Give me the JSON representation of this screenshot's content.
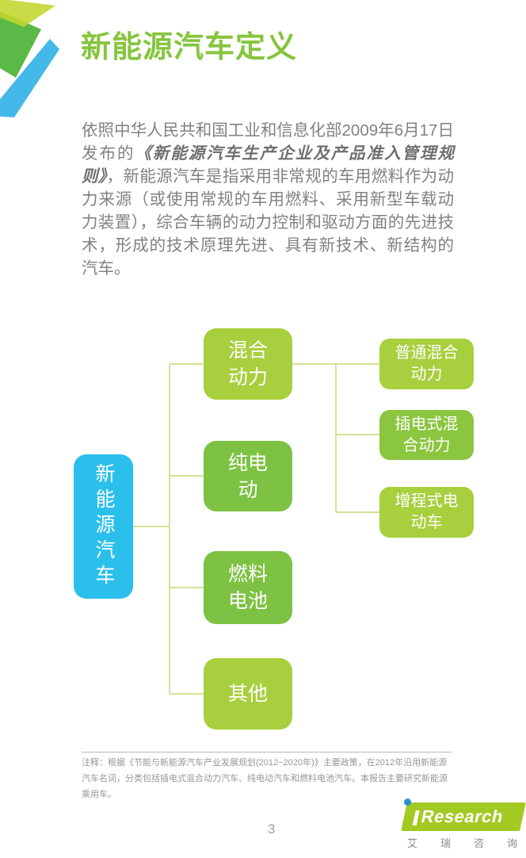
{
  "page": {
    "title": "新能源汽车定义",
    "page_number": "3"
  },
  "paragraph": {
    "part1": "依照中华人民共和国工业和信息化部2009年6月17日发布的",
    "book_title": "《新能源汽车生产企业及产品准入管理规则》",
    "part2": "，新能源汽车是指采用非常规的车用燃料作为动力来源（或使用常规的车用燃料、采用新型车载动力装置），综合车辆的动力控制和驱动方面的先进技术，形成的技术原理先进、具有新技术、新结构的汽车。"
  },
  "diagram": {
    "root": {
      "label": "新能源汽车",
      "color": "#2bbfec"
    },
    "level1": [
      {
        "label": "混合动力",
        "color": "#a8cf3d"
      },
      {
        "label": "纯电动",
        "color": "#7dc242"
      },
      {
        "label": "燃料电池",
        "color": "#7dc242"
      },
      {
        "label": "其他",
        "color": "#a8cf3d"
      }
    ],
    "level2": [
      {
        "label": "普通混合动力",
        "color": "#a8cf3d"
      },
      {
        "label": "插电式混合动力",
        "color": "#8bc63f"
      },
      {
        "label": "增程式电动车",
        "color": "#a8cf3d"
      }
    ],
    "connector_color": "#c3d970"
  },
  "footer": {
    "note": "注释：根据《节能与新能源汽车产业发展规划(2012~2020年)》主要政策，在2012年沿用新能源汽车名词，分类包括插电式混合动力汽车、纯电动汽车和燃料电池汽车。本报告主要研究新能源乘用车。",
    "logo_text": "Research",
    "logo_cn": "艾瑞咨询",
    "logo_green": "#a3c923",
    "logo_dot_blue": "#2d8fd5"
  },
  "decoration_colors": {
    "lime": "#c1d62e",
    "green": "#5bb947",
    "blue": "#44b8e9"
  }
}
